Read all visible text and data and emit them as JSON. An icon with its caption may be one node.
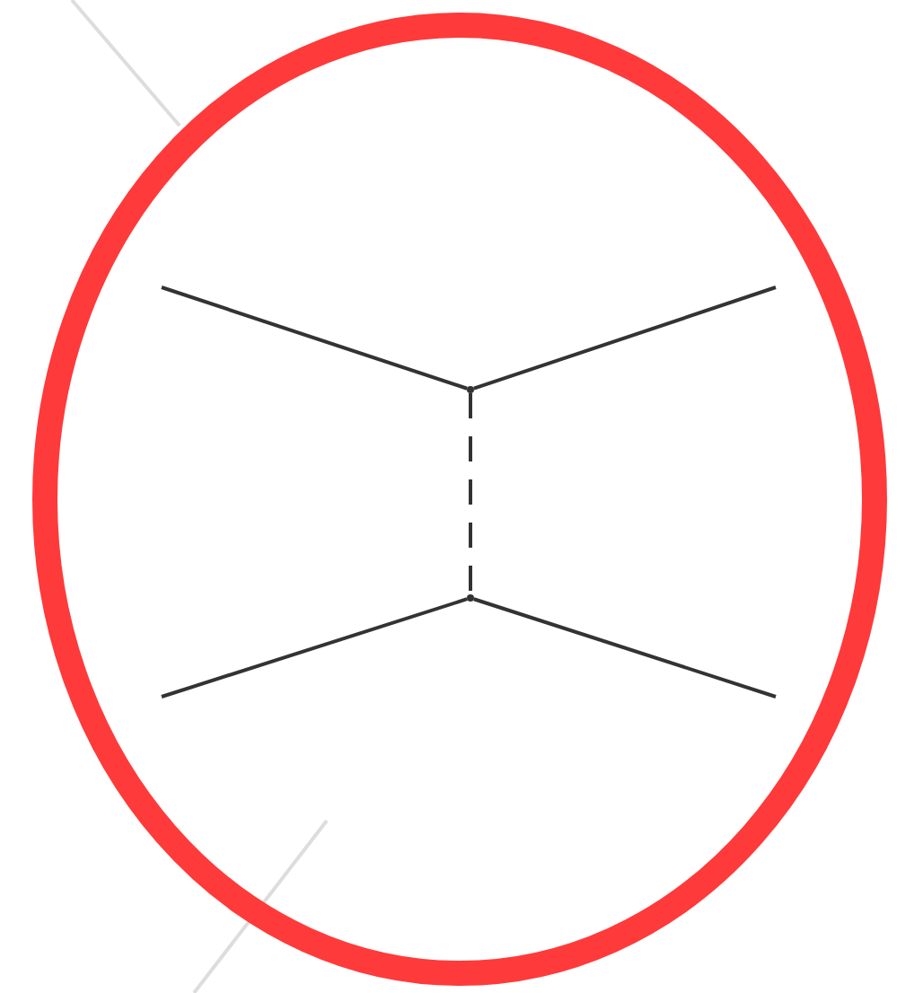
{
  "diagram": {
    "nodes": [
      {
        "text": [],
        "shape": "point"
      },
      {
        "text": [],
        "shape": "point"
      }
    ],
    "edges": [
      {
        "from": null,
        "to": 0,
        "arrow": "none"
      },
      {
        "from": null,
        "to": 0,
        "arrow": "none"
      },
      {
        "from": 0,
        "to": 1,
        "arrow": "none",
        "style": "dashed"
      },
      {
        "from": null,
        "to": 1,
        "arrow": "none"
      },
      {
        "from": null,
        "to": 1,
        "arrow": "none"
      }
    ]
  }
}
